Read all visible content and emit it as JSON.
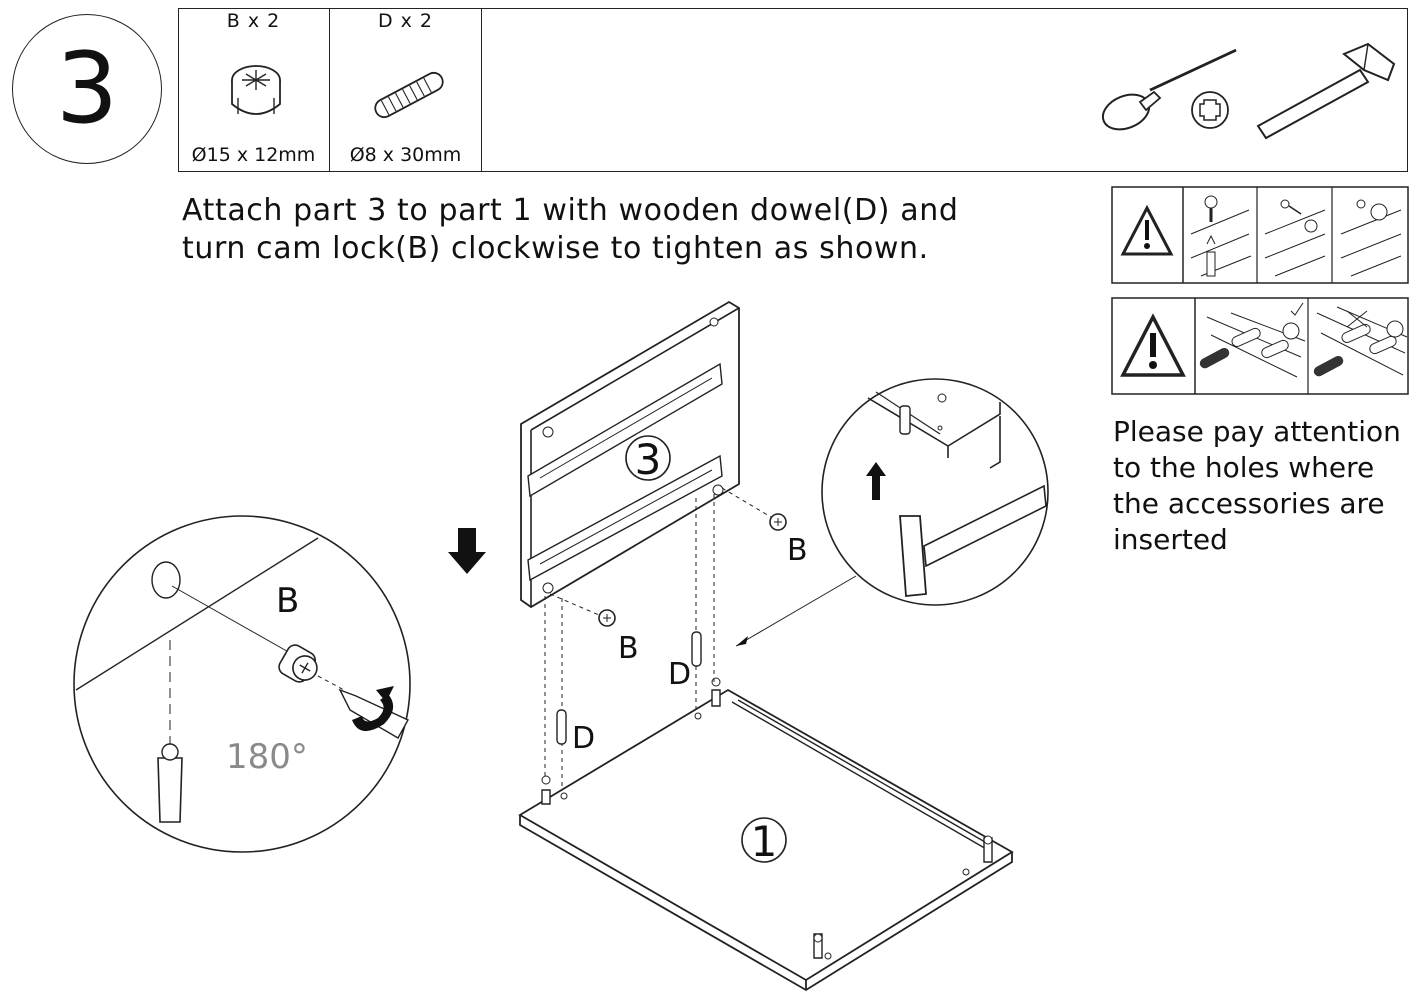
{
  "step": {
    "number": "3"
  },
  "parts": [
    {
      "qty": "B x 2",
      "size": "Ø15 x 12mm",
      "icon": "cam-lock-icon"
    },
    {
      "qty": "D x 2",
      "size": "Ø8 x 30mm",
      "icon": "wooden-dowel-icon"
    }
  ],
  "tools": [
    "phillips-screwdriver-icon",
    "hammer-icon"
  ],
  "instruction": "Attach part 3 to part 1 with wooden dowel(D) and\nturn cam lock(B) clockwise to tighten as shown.",
  "note": "Please pay attention\nto the holes where\nthe accessories are\ninserted",
  "diagram": {
    "panel_top_label": "3",
    "panel_bottom_label": "1",
    "label_b": "B",
    "label_d": "D",
    "detail_left_label": "B",
    "rotation_label": "180°"
  }
}
